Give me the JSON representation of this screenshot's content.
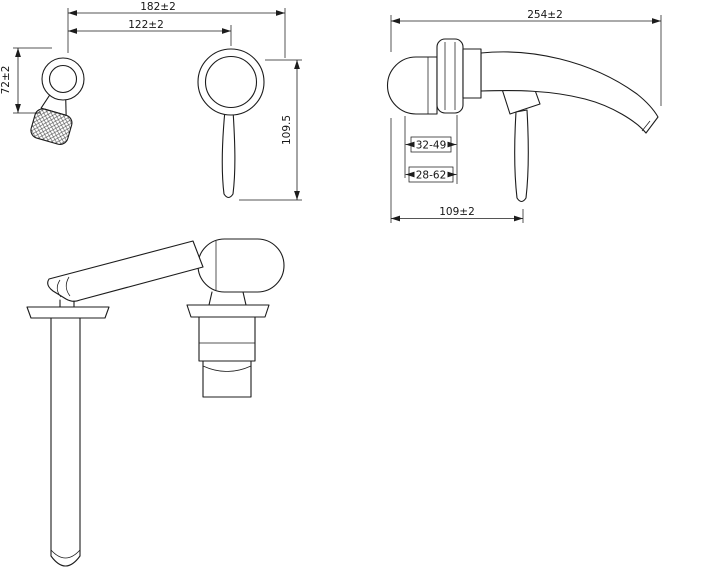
{
  "colors": {
    "background": "#ffffff",
    "line": "#1c1c1c"
  },
  "views": {
    "front": {
      "dims": {
        "overall_width": "182±2",
        "center_spacing": "122±2",
        "height_left": "72±2",
        "height_right": "109.5"
      }
    },
    "side": {
      "dims": {
        "overall_length": "254±2",
        "wall_range_outer": "32-49",
        "wall_range_inner": "28-62",
        "handle_projection": "109±2"
      }
    }
  }
}
